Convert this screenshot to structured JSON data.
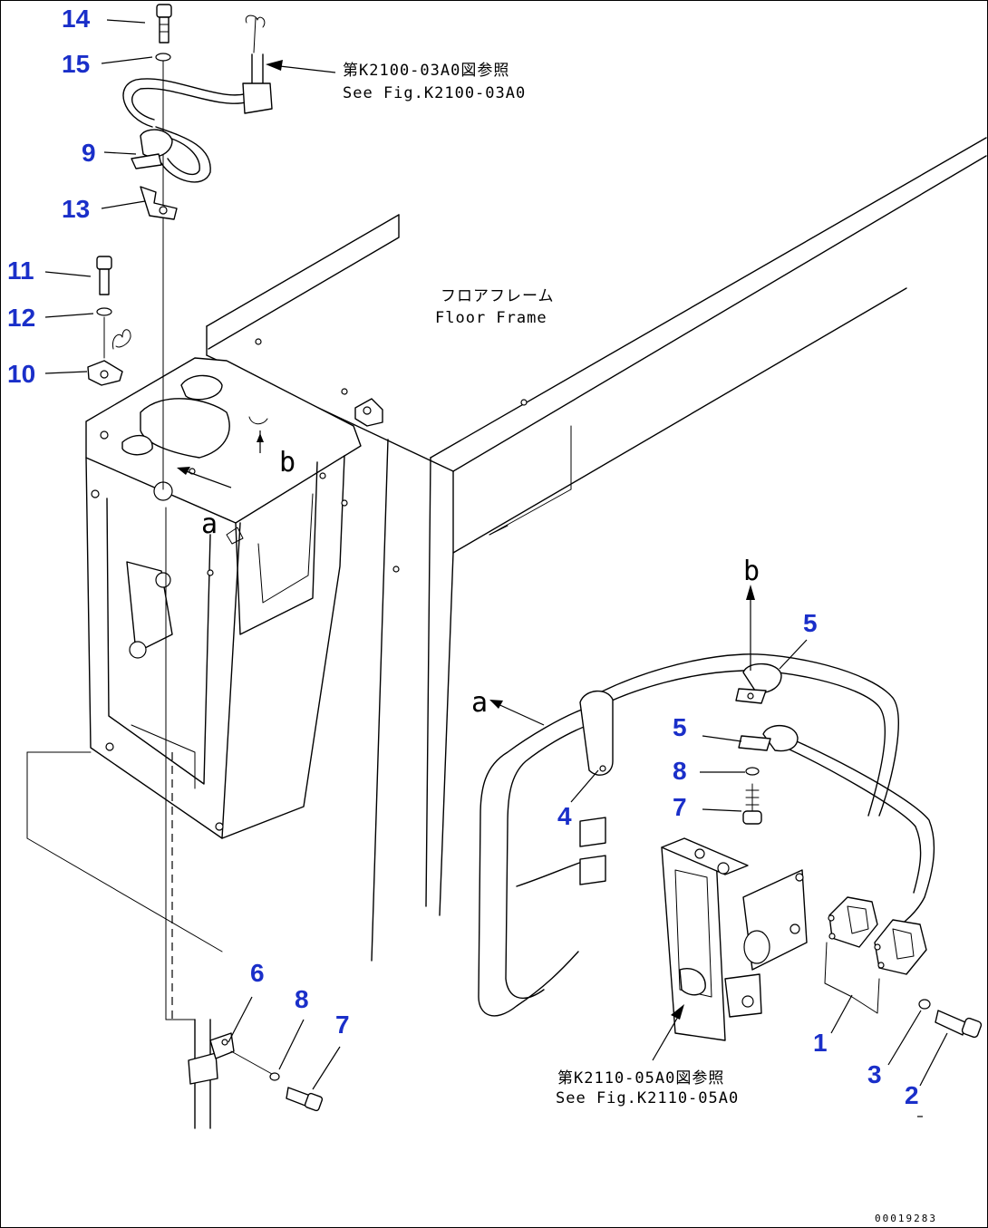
{
  "callouts": {
    "c14": "14",
    "c15": "15",
    "c9": "9",
    "c13": "13",
    "c11": "11",
    "c12": "12",
    "c10": "10",
    "c6": "6",
    "c8a": "8",
    "c7a": "7",
    "c5a": "5",
    "c5b": "5",
    "c8b": "8",
    "c7b": "7",
    "c4": "4",
    "c1": "1",
    "c3": "3",
    "c2": "2"
  },
  "notes": {
    "ref1_jp": "第K2100-03A0図参照",
    "ref1_en": "See Fig.K2100-03A0",
    "frame_jp": "フロアフレーム",
    "frame_en": "Floor Frame",
    "ref2_jp": "第K2110-05A0図参照",
    "ref2_en": "See Fig.K2110-05A0"
  },
  "view_letters": {
    "a1": "a",
    "b1": "b",
    "a2": "a",
    "b2": "b"
  },
  "doc_id": "00019283",
  "colors": {
    "callout": "#1a2fc9",
    "line": "#000000",
    "background": "#ffffff"
  }
}
